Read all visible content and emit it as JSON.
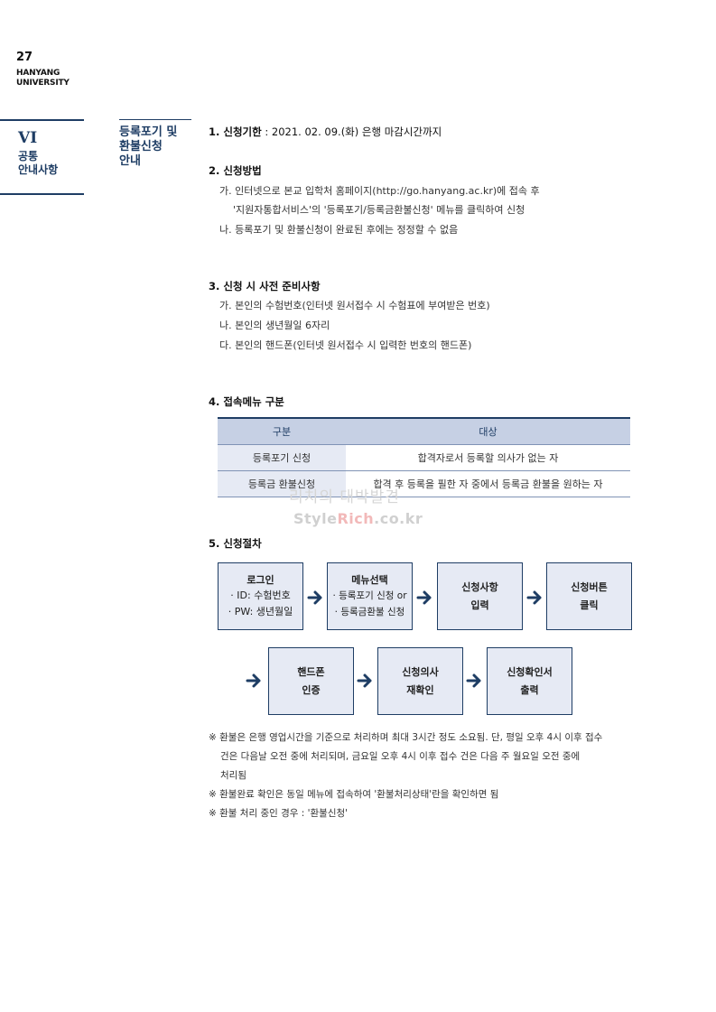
{
  "header": {
    "page_number": "27",
    "university": [
      "HANYANG",
      "UNIVERSITY"
    ]
  },
  "chapter": {
    "roman": "VI",
    "title_lines": [
      "공통",
      "안내사항"
    ]
  },
  "section": {
    "title_lines": [
      "등록포기 및",
      "환불신청",
      "안내"
    ]
  },
  "s1": {
    "heading": "1. 신청기한",
    "text": " : 2021. 02. 09.(화) 은행 마감시간까지"
  },
  "s2": {
    "heading": "2. 신청방법",
    "a": "가. 인터넷으로 본교 입학처 홈페이지(http://go.hanyang.ac.kr)에 접속 후",
    "a2": "'지원자통합서비스'의 '등록포기/등록금환불신청' 메뉴를 클릭하여 신청",
    "b": "나. 등록포기 및 환불신청이 완료된 후에는 정정할 수 없음"
  },
  "s3": {
    "heading": "3. 신청 시 사전 준비사항",
    "a": "가. 본인의 수험번호(인터넷 원서접수 시 수험표에 부여받은 번호)",
    "b": "나. 본인의 생년월일 6자리",
    "c": "다. 본인의 핸드폰(인터넷 원서접수 시 입력한 번호의 핸드폰)"
  },
  "s4": {
    "heading": "4. 접속메뉴 구분",
    "headers": [
      "구분",
      "대상"
    ],
    "rows": [
      [
        "등록포기 신청",
        "합격자로서 등록할 의사가 없는 자"
      ],
      [
        "등록금 환불신청",
        "합격 후 등록을 필한 자 중에서 등록금 환불을 원하는 자"
      ]
    ]
  },
  "s5": {
    "heading": "5. 신청절차",
    "steps": [
      {
        "title": "로그인",
        "lines": [
          "· ID: 수험번호",
          "· PW: 생년월일"
        ]
      },
      {
        "title": "메뉴선택",
        "lines": [
          "· 등록포기 신청 or",
          "· 등록금환불 신청"
        ]
      },
      {
        "title": "신청사항\n입력"
      },
      {
        "title": "신청버튼\n클릭"
      },
      {
        "title": "핸드폰\n인증"
      },
      {
        "title": "신청의사\n재확인"
      },
      {
        "title": "신청확인서\n출력"
      }
    ]
  },
  "notes": {
    "n1_l1": "※ 환불은 은행 영업시간을 기준으로 처리하며 최대 3시간 정도 소요됨. 단, 평일 오후 4시 이후 접수",
    "n1_l2": "건은 다음날 오전 중에 처리되며, 금요일 오후 4시 이후 접수 건은 다음 주 월요일 오전 중에",
    "n1_l3": "처리됨",
    "n2": "※ 환불완료 확인은 동일 메뉴에 접속하여 '환불처리상태'란을 확인하면 됨",
    "n3": "※ 환불 처리 중인 경우 : '환불신청'"
  },
  "watermark": {
    "line1": "리치의 대박발견",
    "brand_a": "Style",
    "brand_b": "Rich",
    "brand_c": ".co.kr"
  },
  "colors": {
    "navy": "#1e3d64",
    "box_fill": "#e6eaf4",
    "header_fill": "#c6d0e4"
  }
}
